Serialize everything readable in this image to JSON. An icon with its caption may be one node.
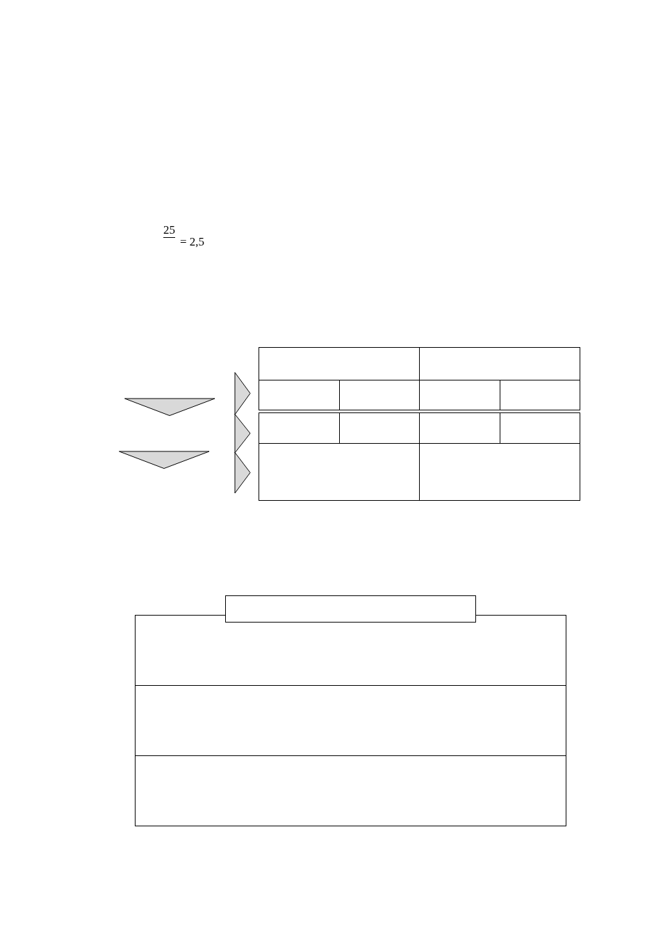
{
  "diagram": {
    "nodes": [
      {
        "text": [],
        "shape": "triangle"
      },
      {
        "text": [],
        "shape": "triangle"
      },
      {
        "text": [],
        "shape": "chevron"
      },
      {
        "text": [],
        "shape": "chevron"
      },
      {
        "text": [],
        "shape": "chevron"
      },
      {
        "text": [],
        "shape": "box"
      },
      {
        "text": [],
        "shape": "box"
      },
      {
        "text": [],
        "shape": "box"
      },
      {
        "text": [],
        "shape": "box"
      }
    ],
    "labels": [
      "25",
      "= 2,5"
    ]
  }
}
